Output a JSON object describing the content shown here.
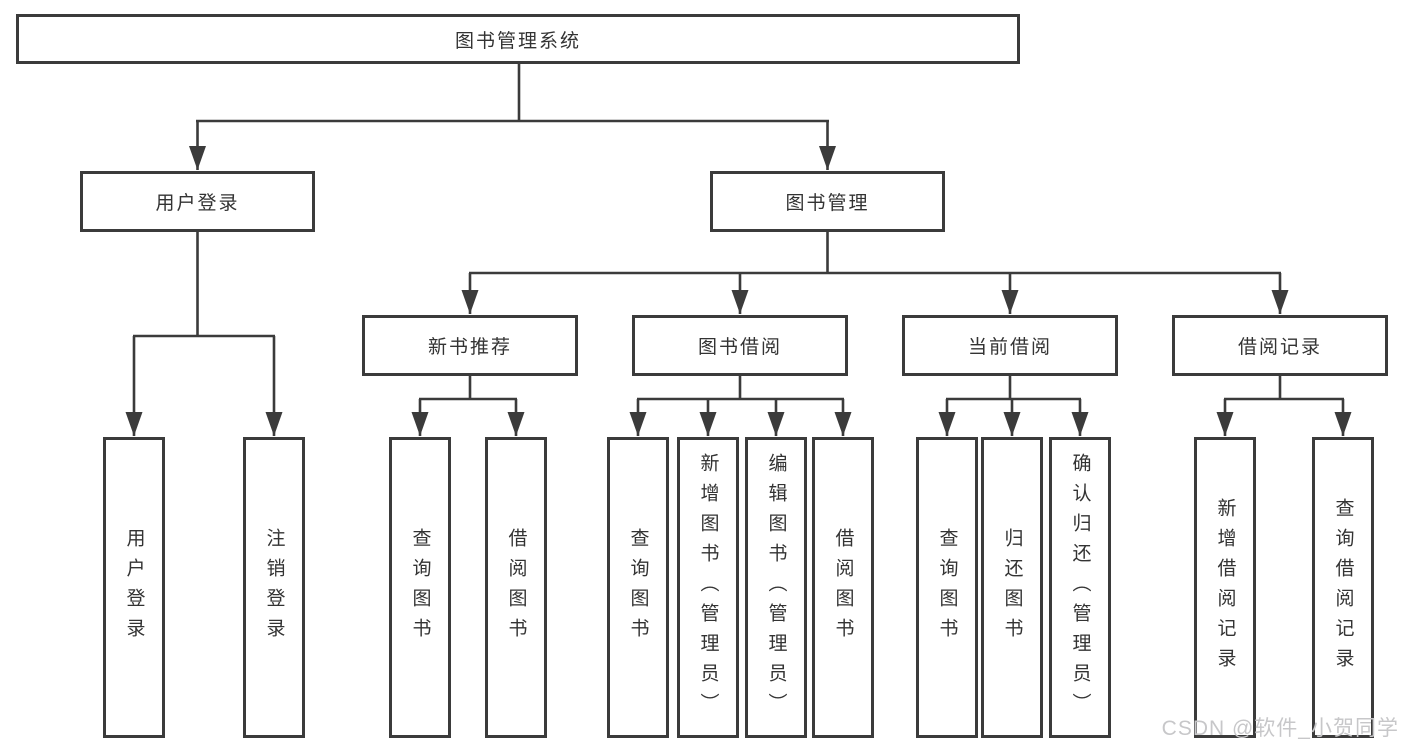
{
  "colors": {
    "line": "#3b3b3b",
    "text": "#333333",
    "background": "#ffffff",
    "watermark": "#c7c7c9"
  },
  "watermark": {
    "text": "CSDN @软件_小贺同学"
  },
  "nodes": {
    "root": {
      "label": "图书管理系统"
    },
    "user_login": {
      "label": "用户登录",
      "children": [
        {
          "label": "用户登录"
        },
        {
          "label": "注销登录"
        }
      ]
    },
    "book_manage": {
      "label": "图书管理"
    },
    "new_book": {
      "label": "新书推荐",
      "children": [
        {
          "label": "查询图书"
        },
        {
          "label": "借阅图书"
        }
      ]
    },
    "book_borrow": {
      "label": "图书借阅",
      "children": [
        {
          "label": "查询图书"
        },
        {
          "label": "新增图书（管理员）"
        },
        {
          "label": "编辑图书（管理员）"
        },
        {
          "label": "借阅图书"
        }
      ]
    },
    "current_borrow": {
      "label": "当前借阅",
      "children": [
        {
          "label": "查询图书"
        },
        {
          "label": "归还图书"
        },
        {
          "label": "确认归还（管理员）"
        }
      ]
    },
    "borrow_record": {
      "label": "借阅记录",
      "children": [
        {
          "label": "新增借阅记录"
        },
        {
          "label": "查询借阅记录"
        }
      ]
    }
  }
}
